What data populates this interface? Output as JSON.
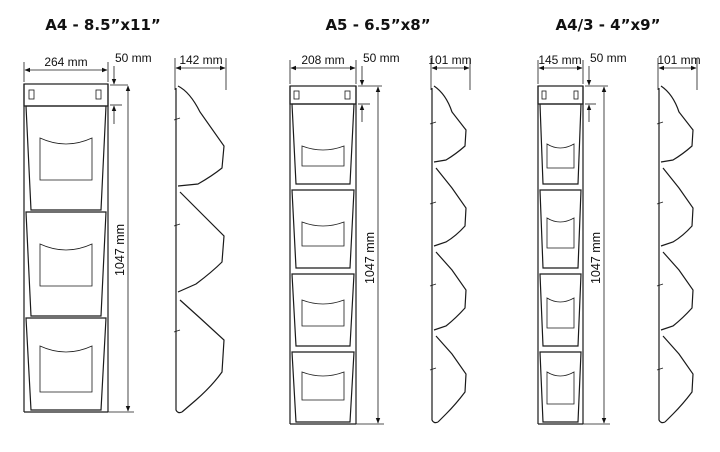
{
  "sets": [
    {
      "title": "A4 - 8.5”x11”",
      "width_label": "264 mm",
      "top_label": "50 mm",
      "side_label": "142 mm",
      "height_label": "1047 mm",
      "pockets": 3
    },
    {
      "title": "A5 - 6.5”x8”",
      "width_label": "208 mm",
      "top_label": "50 mm",
      "side_label": "101 mm",
      "height_label": "1047 mm",
      "pockets": 4
    },
    {
      "title": "A4/3 - 4”x9”",
      "width_label": "145 mm",
      "top_label": "50 mm",
      "side_label": "101 mm",
      "height_label": "1047 mm",
      "pockets": 4
    }
  ]
}
